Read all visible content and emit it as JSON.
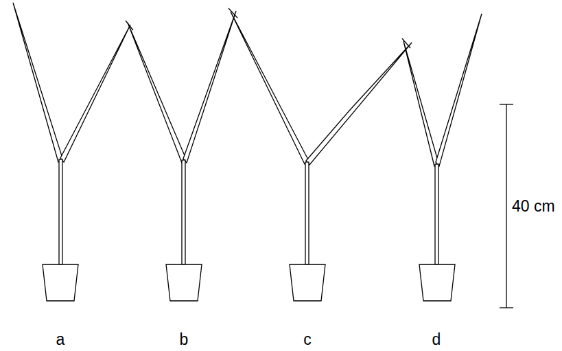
{
  "diagram": {
    "labels": [
      "a",
      "b",
      "c",
      "d",
      "40 cm"
    ]
  }
}
